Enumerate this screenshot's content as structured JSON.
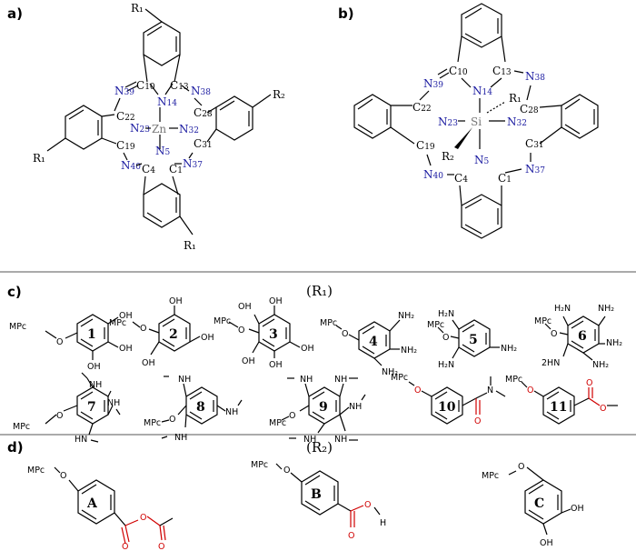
{
  "panels": {
    "a": "a)",
    "b": "b)",
    "c": "c)",
    "d": "d)"
  },
  "sections": {
    "r1": "(R₁)",
    "r2": "(R₂)"
  },
  "structure_a": {
    "metal": "Zn",
    "r1": "R₁",
    "r2": "R₂",
    "atoms": [
      "N39",
      "N14",
      "N38",
      "N23",
      "N32",
      "N40",
      "N5",
      "N37",
      "C10",
      "C13",
      "C22",
      "C28",
      "C19",
      "C31",
      "C4",
      "C1"
    ]
  },
  "structure_b": {
    "metal": "Si",
    "r1": "R₁",
    "r2": "R₂",
    "atoms": [
      "N39",
      "N14",
      "N38",
      "N23",
      "N32",
      "N40",
      "N5",
      "N37",
      "C10",
      "C13",
      "C22",
      "C28",
      "C19",
      "C31",
      "C4",
      "C1"
    ]
  },
  "compounds_r1": [
    "1",
    "2",
    "3",
    "4",
    "5",
    "6",
    "7",
    "8",
    "9",
    "10",
    "11"
  ],
  "compounds_r2": [
    "A",
    "B",
    "C"
  ],
  "labels": {
    "mpc": "MPc",
    "oh": "OH",
    "nh2": "NH₂",
    "h2n": "H₂N",
    "hn2": "2HN",
    "nh": "NH",
    "hn": "HN",
    "o": "O",
    "h": "H"
  }
}
